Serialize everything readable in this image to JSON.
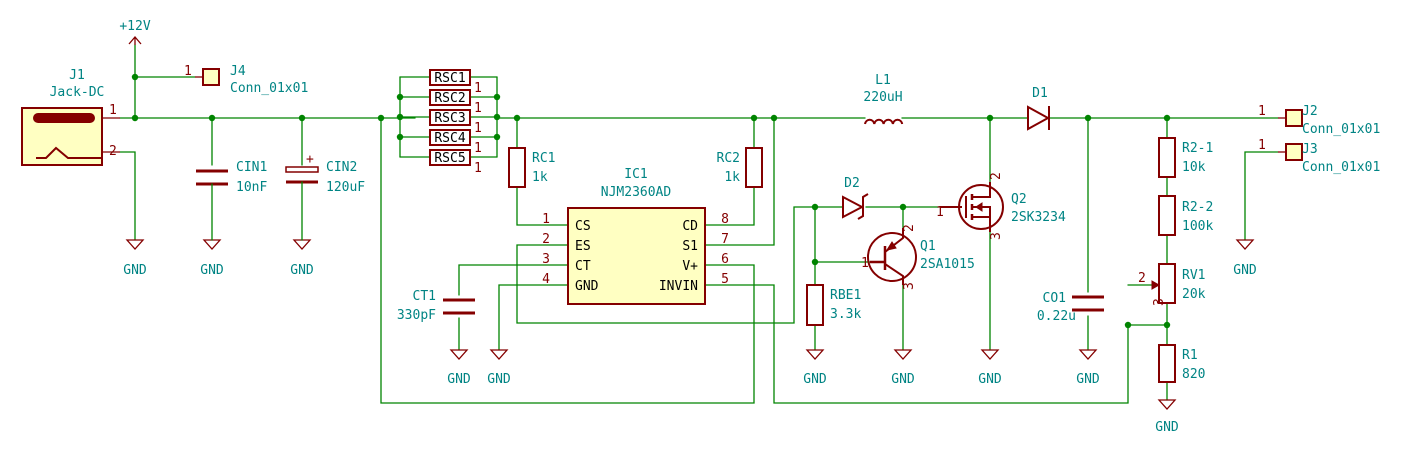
{
  "power": {
    "vcc_label": "+12V",
    "gnd_label": "GND"
  },
  "components": {
    "J1": {
      "ref": "J1",
      "value": "Jack-DC",
      "pin1": "1",
      "pin2": "2"
    },
    "J4": {
      "ref": "J4",
      "value": "Conn_01x01",
      "pin1": "1"
    },
    "J2": {
      "ref": "J2",
      "value": "Conn_01x01",
      "pin1": "1"
    },
    "J3": {
      "ref": "J3",
      "value": "Conn_01x01",
      "pin1": "1"
    },
    "CIN1": {
      "ref": "CIN1",
      "value": "10nF"
    },
    "CIN2": {
      "ref": "CIN2",
      "value": "120uF",
      "polarity": "+"
    },
    "RSC": [
      {
        "ref": "RSC1",
        "pin": "1"
      },
      {
        "ref": "RSC2",
        "pin": "1"
      },
      {
        "ref": "RSC3",
        "pin": "1"
      },
      {
        "ref": "RSC4",
        "pin": "1"
      },
      {
        "ref": "RSC5",
        "pin": "1"
      }
    ],
    "RC1": {
      "ref": "RC1",
      "value": "1k"
    },
    "RC2": {
      "ref": "RC2",
      "value": "1k"
    },
    "IC1": {
      "ref": "IC1",
      "value": "NJM2360AD",
      "left_pins": [
        {
          "num": "1",
          "name": "CS"
        },
        {
          "num": "2",
          "name": "ES"
        },
        {
          "num": "3",
          "name": "CT"
        },
        {
          "num": "4",
          "name": "GND"
        }
      ],
      "right_pins": [
        {
          "num": "8",
          "name": "CD"
        },
        {
          "num": "7",
          "name": "S1"
        },
        {
          "num": "6",
          "name": "V+"
        },
        {
          "num": "5",
          "name": "INVIN"
        }
      ]
    },
    "CT1": {
      "ref": "CT1",
      "value": "330pF"
    },
    "L1": {
      "ref": "L1",
      "value": "220uH"
    },
    "D1": {
      "ref": "D1"
    },
    "D2": {
      "ref": "D2"
    },
    "Q1": {
      "ref": "Q1",
      "value": "2SA1015",
      "pin1": "1",
      "pin2": "2",
      "pin3": "3"
    },
    "Q2": {
      "ref": "Q2",
      "value": "2SK3234",
      "pin1": "1",
      "pin2": "2",
      "pin3": "3"
    },
    "RBE1": {
      "ref": "RBE1",
      "value": "3.3k"
    },
    "CO1": {
      "ref": "CO1",
      "value": "0.22u"
    },
    "R2_1": {
      "ref": "R2-1",
      "value": "10k"
    },
    "R2_2": {
      "ref": "R2-2",
      "value": "100k"
    },
    "RV1": {
      "ref": "RV1",
      "value": "20k",
      "pin2": "2",
      "pin3": "3"
    },
    "R1": {
      "ref": "R1",
      "value": "820"
    }
  },
  "colors": {
    "wire": "#008400",
    "component": "#840000",
    "body_fill": "#ffffc2",
    "reference_text": "#008484",
    "background": "#ffffff"
  }
}
